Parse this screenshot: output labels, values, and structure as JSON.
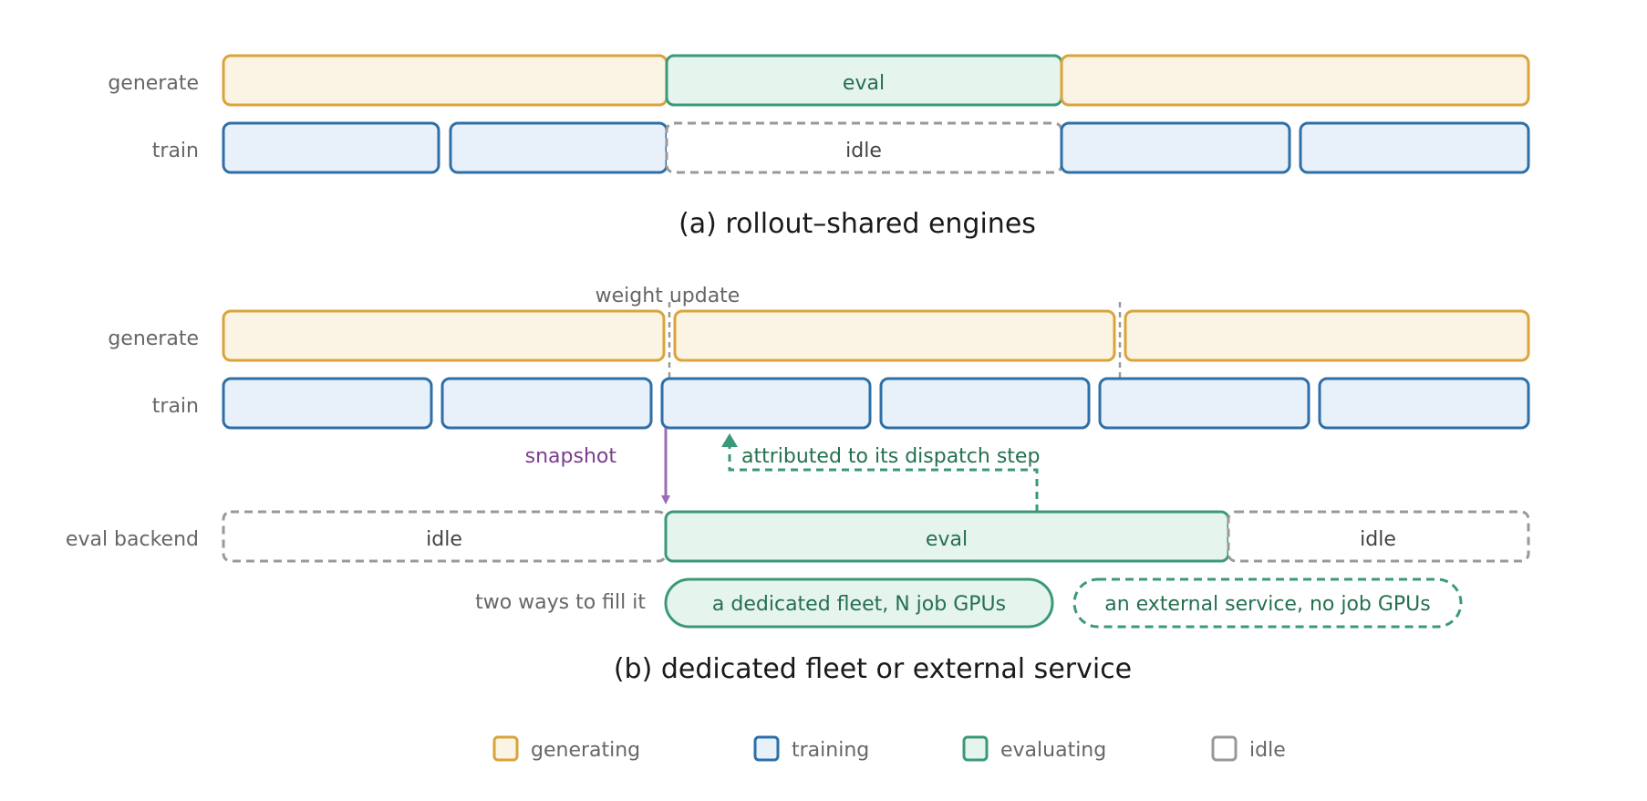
{
  "colors": {
    "generate_stroke": "#D9A43A",
    "generate_fill": "#FBF3E3",
    "train_stroke": "#2E6FA8",
    "train_fill": "#E8F0F9",
    "eval_stroke": "#3A9A78",
    "eval_fill": "#E6F4EE",
    "eval_text": "#23704F",
    "idle_stroke": "#999999",
    "snapshot": "#9B6BB5",
    "snapshot_text": "#7A3E8C"
  },
  "panel_a": {
    "row_generate": "generate",
    "row_train": "train",
    "eval_box": "eval",
    "idle_box": "idle",
    "caption": "(a) rollout–shared engines"
  },
  "panel_b": {
    "weight_update": "weight update",
    "row_generate": "generate",
    "row_train": "train",
    "snapshot": "snapshot",
    "attributed": "attributed to its dispatch step",
    "row_eval_backend": "eval backend",
    "idle_left": "idle",
    "eval_box": "eval",
    "idle_right": "idle",
    "fill_label": "two ways to fill it",
    "option_fleet": "a dedicated fleet, N job GPUs",
    "option_external": "an external service, no job GPUs",
    "caption": "(b) dedicated fleet or external service"
  },
  "legend": {
    "generating": "generating",
    "training": "training",
    "evaluating": "evaluating",
    "idle": "idle"
  }
}
